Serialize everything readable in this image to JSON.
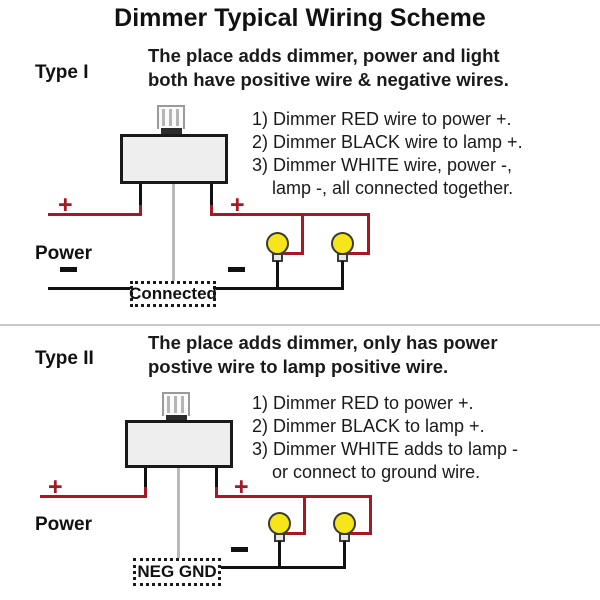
{
  "title": "Dimmer Typical Wiring Scheme",
  "sections": [
    {
      "type_label": "Type I",
      "description_line1": "The place adds dimmer, power and light",
      "description_line2": "both have positive wire & negative wires.",
      "steps": [
        "1) Dimmer RED wire to power +.",
        "2) Dimmer BLACK wire to lamp +.",
        "3) Dimmer WHITE wire, power -,",
        "    lamp -, all connected together."
      ],
      "power_label": "Power",
      "node_label": "Connected",
      "positive_left": "+",
      "positive_right": "+"
    },
    {
      "type_label": "Type II",
      "description_line1": "The place adds dimmer, only has power",
      "description_line2": "postive wire to lamp positive wire.",
      "steps": [
        "1) Dimmer RED to power +.",
        "2) Dimmer BLACK to lamp +.",
        "3) Dimmer WHITE adds to lamp -",
        "    or connect to ground wire."
      ],
      "power_label": "Power",
      "node_label": "NEG GND",
      "positive_left": "+",
      "positive_right": "+"
    }
  ],
  "colors": {
    "positive_wire": "#a81724",
    "negative_wire": "#111111",
    "white_wire": "#b9b9b9",
    "lamp": "#f5e51a",
    "dimmer_body": "#eeeeee"
  }
}
